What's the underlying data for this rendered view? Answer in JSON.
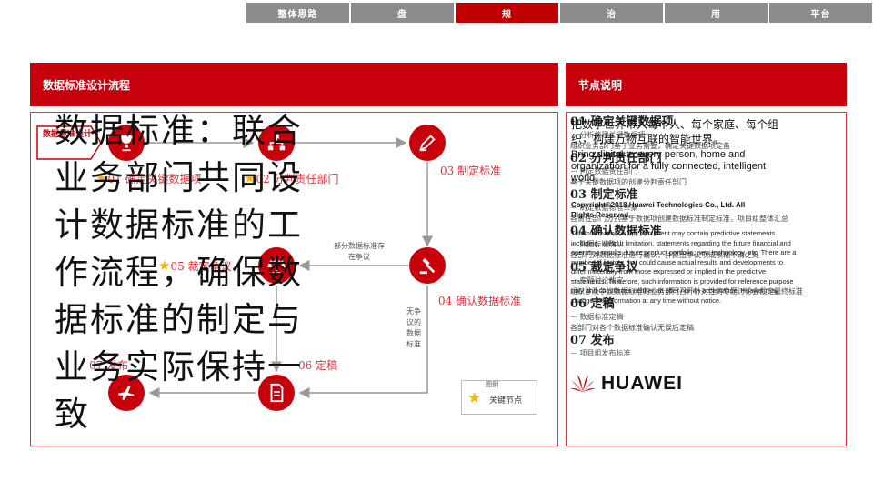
{
  "nav": {
    "tabs": [
      {
        "label": "整体思路",
        "active": false
      },
      {
        "label": "盘",
        "active": false
      },
      {
        "label": "规",
        "active": true
      },
      {
        "label": "治",
        "active": false
      },
      {
        "label": "用",
        "active": false
      },
      {
        "label": "平台",
        "active": false
      }
    ]
  },
  "left_panel": {
    "title": "数据标准设计流程",
    "tag": "数据标准设计",
    "steps": {
      "s01": "01 确定关键数据项",
      "s02": "02 分判责任部门",
      "s03": "03 制定标准",
      "s04": "04 确认数据标准",
      "s05": "05 裁定争议",
      "s06": "06 定稿",
      "s07": "07 发布"
    },
    "notes": {
      "dispute": "部分数据标准存在争议",
      "no_dispute": "无争议的数据标准"
    },
    "legend": {
      "title": "图例",
      "label": "关键节点"
    },
    "overlay": "数据标准：联合业务部门共同设计数据标准的工作流程，确保数据标准的制定与业务实际保持一致"
  },
  "right_panel": {
    "title": "节点说明",
    "items": [
      {
        "title": "01 确定关键数据项",
        "sub": "－ 分析梳理关键数据项",
        "desc": "组织业务部门基于业务需要，确定关键数据项定备"
      },
      {
        "title": "02 分判责任部门",
        "sub": "－ 判定数据责任部门",
        "desc": "基于关键数据项的创建分判责任部门"
      },
      {
        "title": "03 制定标准",
        "sub": "－ 制定数据标准草案",
        "desc": "各责任部门分别基于数据项创建数据标准制定标准，项目组整体汇总"
      },
      {
        "title": "04 确认数据标准",
        "sub": "－ 数据标准确认",
        "desc": "各部门对数据标准进行确认，并提出争议项或模糊不清之处"
      },
      {
        "title": "05 裁定争议",
        "sub": "－ 专题讨论裁定",
        "desc": "组织涉及争议数据标准的业务部门召开针对性的专题讨论会裁定最终标准"
      },
      {
        "title": "06 定稿",
        "sub": "－ 数据标准定稿",
        "desc": "各部门对各个数据标准确认无误后定稿"
      },
      {
        "title": "07 发布",
        "sub": "－ 项目组发布标准",
        "desc": ""
      }
    ],
    "overlay": {
      "slogan": "把数字世界带入每个人、每个家庭、每个组织，构建万物互联的智能世界。",
      "english": "Bring digital to every person, home and organization for a fully connected, intelligent world.",
      "copyright": "Copyright©2018 Huawei Technologies Co., Ltd. All Rights Reserved.",
      "disclaimer": "The information in this document may contain predictive statements including, without limitation, statements regarding the future financial and operating results, future product portfolio, new technology, etc. There are a number of factors that could cause actual results and developments to differ materially from those expressed or implied in the predictive statements. Therefore, such information is provided for reference purpose only and constitutes neither an offer nor an acceptance. Huawei may change the information at any time without notice.",
      "logo": "HUAWEI"
    }
  },
  "colors": {
    "brand_red": "#c7000b",
    "nav_gray": "#8c8c8c",
    "star": "#f5b800"
  }
}
